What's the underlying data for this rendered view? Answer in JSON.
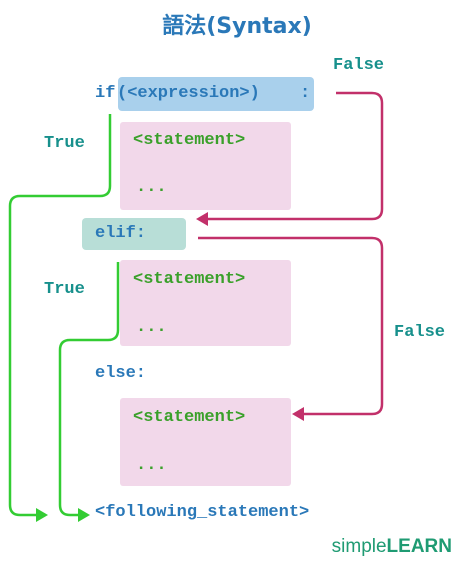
{
  "title": "語法(Syntax)",
  "code": {
    "if_keyword": "if",
    "if_expression": "(<expression>)",
    "if_colon": ":",
    "elif_line": "elif:",
    "else_line": "else:",
    "following": "<following_statement>"
  },
  "blocks": [
    {
      "statement": "<statement>",
      "ellipsis": "..."
    },
    {
      "statement": "<statement>",
      "ellipsis": "..."
    },
    {
      "statement": "<statement>",
      "ellipsis": "..."
    }
  ],
  "labels": {
    "true_1": "True",
    "true_2": "True",
    "false_1": "False",
    "false_2": "False"
  },
  "brand": {
    "part1": "simple",
    "part2": "LEARN"
  },
  "colors": {
    "keyword": "#2a78b8",
    "statement": "#3aa02a",
    "true_arrow": "#33cc33",
    "false_arrow": "#c2306a",
    "expression_box": "#a9d0ec",
    "elif_box": "#b8ded7",
    "statement_box": "#f2d8ea",
    "brand": "#1f9b73"
  }
}
